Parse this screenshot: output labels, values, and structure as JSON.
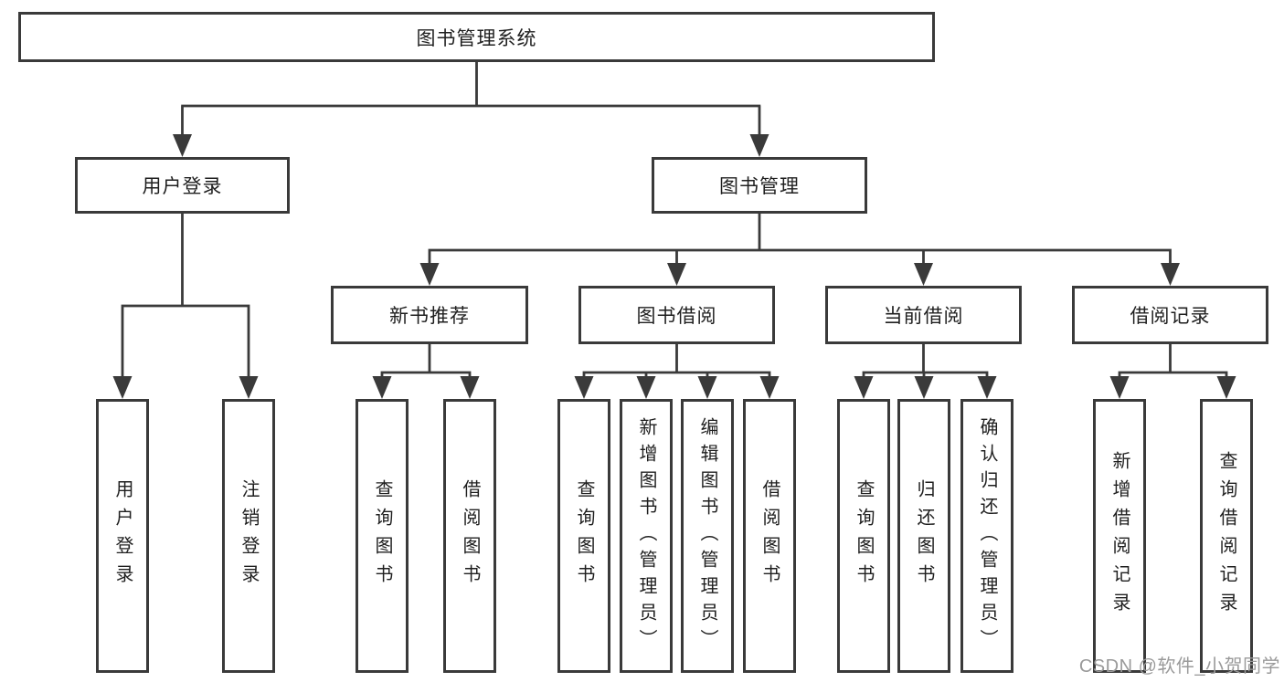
{
  "diagram": {
    "root": {
      "label": "图书管理系统"
    },
    "level2": [
      {
        "label": "用户登录"
      },
      {
        "label": "图书管理"
      }
    ],
    "level3": [
      {
        "label": "新书推荐"
      },
      {
        "label": "图书借阅"
      },
      {
        "label": "当前借阅"
      },
      {
        "label": "借阅记录"
      }
    ],
    "leaves": [
      {
        "label": "用户登录"
      },
      {
        "label": "注销登录"
      },
      {
        "label": "查询图书"
      },
      {
        "label": "借阅图书"
      },
      {
        "label": "查询图书"
      },
      {
        "label": "新增图书（管理员）"
      },
      {
        "label": "编辑图书（管理员）"
      },
      {
        "label": "借阅图书"
      },
      {
        "label": "查询图书"
      },
      {
        "label": "归还图书"
      },
      {
        "label": "确认归还（管理员）"
      },
      {
        "label": "新增借阅记录"
      },
      {
        "label": "查询借阅记录"
      }
    ]
  },
  "watermark": {
    "text": "CSDN @软件_小贺同学"
  },
  "colors": {
    "line": "#3a3a3a",
    "text": "#1f1f1f",
    "watermark": "#9a9a9a",
    "background": "#ffffff"
  }
}
